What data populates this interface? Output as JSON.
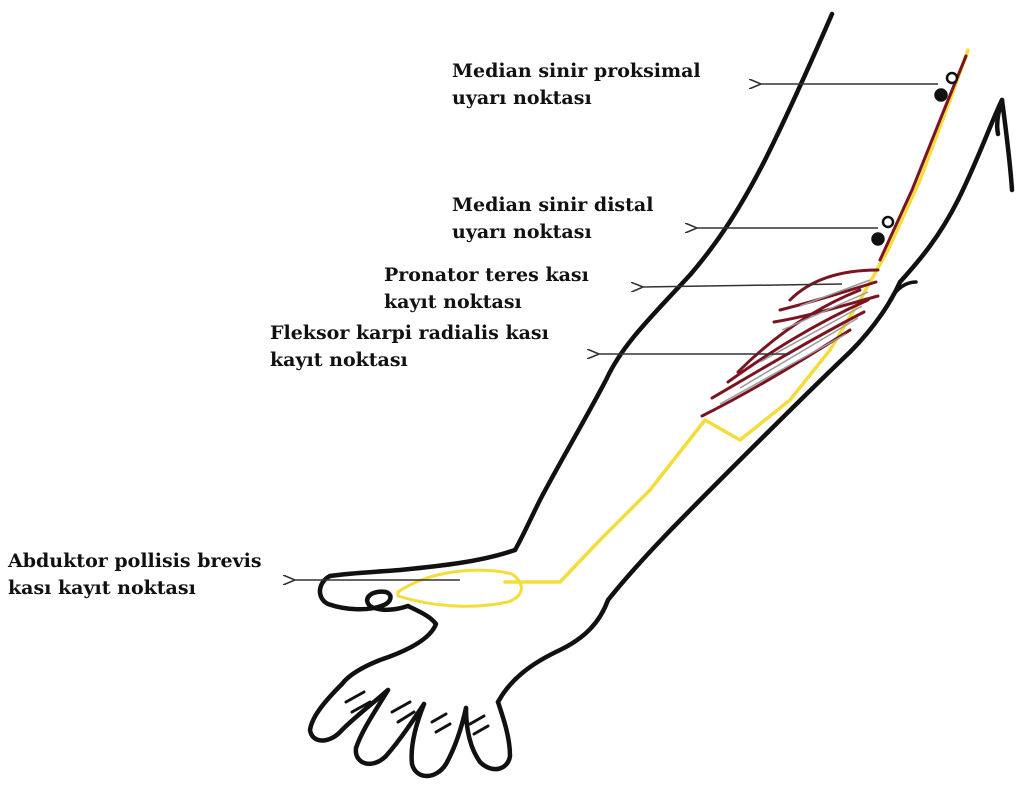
{
  "labels": {
    "median_proximal": {
      "line1": "Median sinir proksimal",
      "line2": "uyarı noktası"
    },
    "median_distal": {
      "line1": "Median sinir distal",
      "line2": "uyarı noktası"
    },
    "pronator_teres": {
      "line1": "Pronator teres kası",
      "line2": "kayıt noktası"
    },
    "flexor_carpi_radialis": {
      "line1": "Fleksor karpi radialis kası",
      "line2": "kayıt noktası"
    },
    "abductor_pollicis_brevis": {
      "line1": "Abduktor pollisis brevis",
      "line2": "kası kayıt noktası"
    }
  },
  "colors": {
    "outline": "#111111",
    "nerve": "#f2dd3c",
    "muscle": "#7a1420",
    "arrow": "#333333",
    "electrode_open": "#ffffff",
    "electrode_filled": "#111111"
  }
}
